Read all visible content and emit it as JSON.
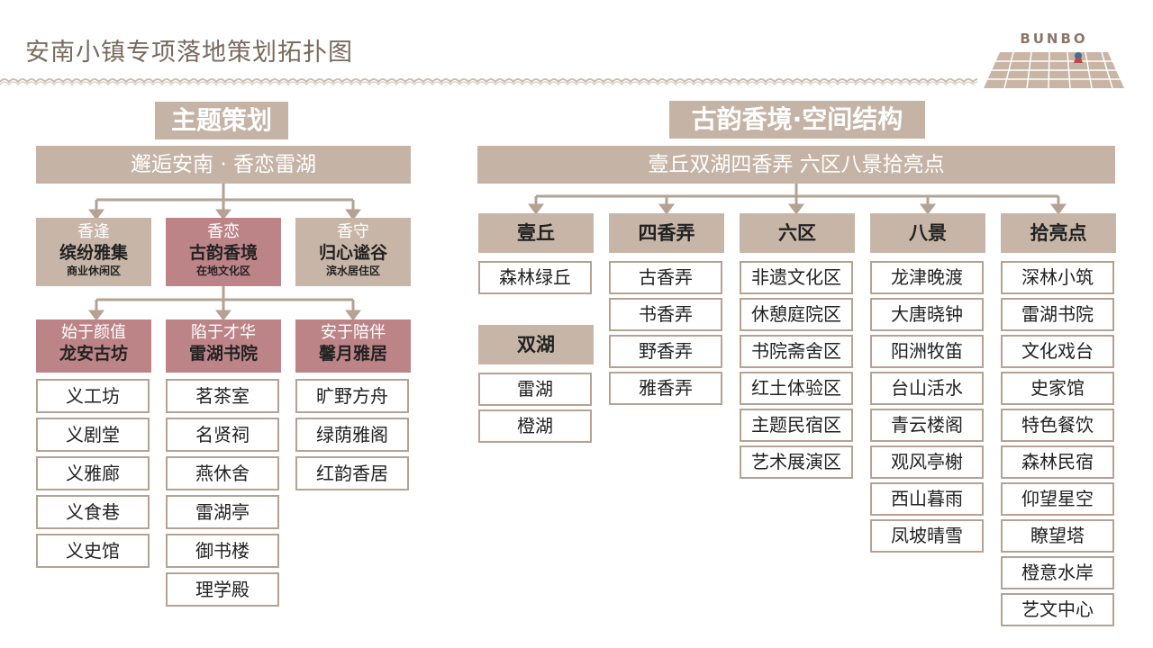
{
  "title": "安南小镇专项落地策划拓扑图",
  "logo": "BUNBO",
  "left": {
    "header": "主题策划",
    "sub": "邂逅安南 · 香恋雷湖",
    "zones": [
      {
        "small": "香逢",
        "big": "缤纷雅集",
        "tiny": "商业休闲区"
      },
      {
        "small": "香恋",
        "big": "古韵香境",
        "tiny": "在地文化区"
      },
      {
        "small": "香守",
        "big": "归心谧谷",
        "tiny": "滨水居住区"
      }
    ],
    "groups": [
      {
        "small": "始于颜值",
        "big": "龙安古坊",
        "items": [
          "义工坊",
          "义剧堂",
          "义雅廊",
          "义食巷",
          "义史馆"
        ]
      },
      {
        "small": "陷于才华",
        "big": "雷湖书院",
        "items": [
          "茗茶室",
          "名贤祠",
          "燕休舍",
          "雷湖亭",
          "御书楼",
          "理学殿"
        ]
      },
      {
        "small": "安于陪伴",
        "big": "馨月雅居",
        "items": [
          "旷野方舟",
          "绿荫雅阁",
          "红韵香居"
        ]
      }
    ]
  },
  "right": {
    "header": "古韵香境·空间结构",
    "sub": "壹丘双湖四香弄  六区八景拾亮点",
    "columns": [
      {
        "head": "壹丘",
        "items": [
          "森林绿丘"
        ],
        "head2": "双湖",
        "items2": [
          "雷湖",
          "橙湖"
        ]
      },
      {
        "head": "四香弄",
        "items": [
          "古香弄",
          "书香弄",
          "野香弄",
          "雅香弄"
        ]
      },
      {
        "head": "六区",
        "items": [
          "非遗文化区",
          "休憩庭院区",
          "书院斋舍区",
          "红土体验区",
          "主题民宿区",
          "艺术展演区"
        ]
      },
      {
        "head": "八景",
        "items": [
          "龙津晚渡",
          "大唐晓钟",
          "阳洲牧笛",
          "台山活水",
          "青云楼阁",
          "观风亭榭",
          "西山暮雨",
          "凤坡晴雪"
        ]
      },
      {
        "head": "拾亮点",
        "items": [
          "深林小筑",
          "雷湖书院",
          "文化戏台",
          "史家馆",
          "特色餐饮",
          "森林民宿",
          "仰望星空",
          "瞭望塔",
          "橙意水岸",
          "艺文中心"
        ]
      }
    ]
  }
}
